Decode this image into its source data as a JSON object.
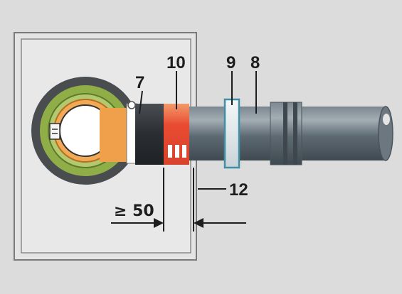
{
  "callouts": {
    "label_7": "7",
    "label_10": "10",
    "label_9": "9",
    "label_8": "8",
    "label_12": "12"
  },
  "dimension": {
    "text": "≥ 50"
  },
  "colors": {
    "background": "#dcdcdc",
    "wall_panel": "#e3e3e3",
    "frame": "#6e6e6e",
    "pipe": "#5a6670",
    "pipe_highlight": "#8a959d",
    "black_seal": "#2c2f33",
    "red_collar": "#e85a3c",
    "orange_pad": "#f0a04a",
    "green_seal": "#8fb04a",
    "white_cap": "#ffffff",
    "outer_ring": "#4a4d50",
    "teal_band": "#3f8fa6"
  },
  "icons": {
    "arrow_right": "arrow-right-icon",
    "arrow_left": "arrow-left-icon"
  }
}
